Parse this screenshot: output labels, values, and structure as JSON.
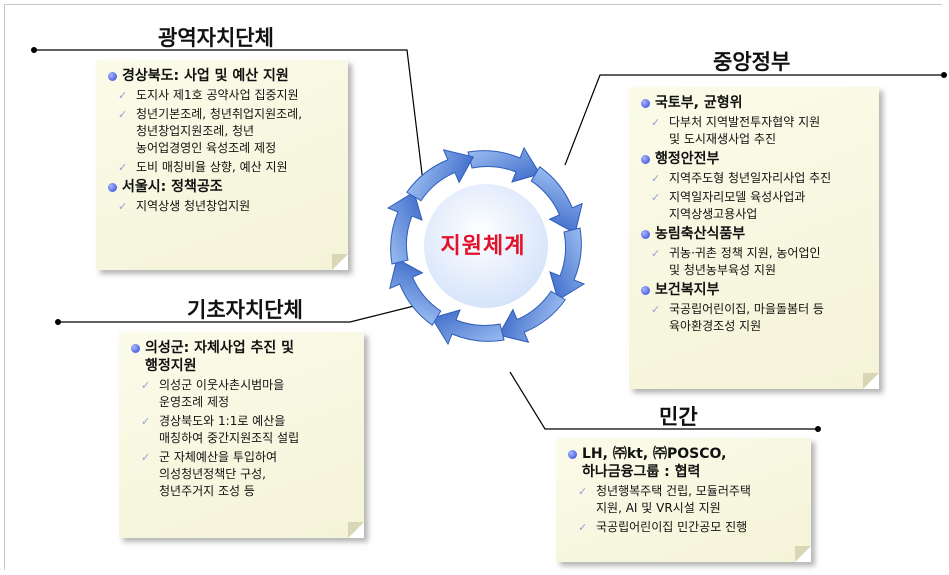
{
  "center": "지원체계",
  "sections": {
    "regional": {
      "title": "광역자치단체",
      "groups": [
        {
          "header": "경상북도: 사업 및 예산 지원",
          "items": [
            "도지사 제1호 공약사업 집중지원",
            "청년기본조례, 청년취업지원조례,\n청년창업지원조례, 청년\n농어업경영인 육성조례 제정",
            "도비 매칭비율 상향, 예산 지원"
          ]
        },
        {
          "header": "서울시: 정책공조",
          "items": [
            "지역상생 청년창업지원"
          ]
        }
      ]
    },
    "basic": {
      "title": "기초자치단체",
      "groups": [
        {
          "header": "의성군: 자체사업 추진 및\n행정지원",
          "items": [
            "의성군 이웃사촌시범마을\n운영조례 제정",
            "경상북도와 1:1로 예산을\n매칭하여 중간지원조직 설립",
            "군 자체예산을 투입하여\n의성청년정책단 구성,\n청년주거지 조성 등"
          ]
        }
      ]
    },
    "central": {
      "title": "중앙정부",
      "groups": [
        {
          "header": "국토부, 균형위",
          "items": [
            "다부처 지역발전투자협약 지원\n및 도시재생사업 추진"
          ]
        },
        {
          "header": "행정안전부",
          "items": [
            "지역주도형 청년일자리사업 추진",
            "지역일자리모델 육성사업과\n지역상생고용사업"
          ]
        },
        {
          "header": "농림축산식품부",
          "items": [
            "귀농·귀촌 정책 지원, 농어업인\n및 청년농부육성 지원"
          ]
        },
        {
          "header": "보건복지부",
          "items": [
            "국공립어린이집, 마을돌봄터 등\n육아환경조성 지원"
          ]
        }
      ]
    },
    "private": {
      "title": "민간",
      "groups": [
        {
          "header": "LH, ㈜kt, ㈜POSCO,\n하나금융그룹 : 협력",
          "items": [
            "청년행복주택 건립, 모듈러주택\n지원, AI 및 VR시설 지원",
            "국공립어린이집 민간공모 진행"
          ]
        }
      ]
    }
  },
  "colors": {
    "accent_red": "#e3122b",
    "arrow_blue": "#4f7fd8",
    "card_bg": "#f7f6df",
    "bullet_blue": "#2b3fd6"
  }
}
